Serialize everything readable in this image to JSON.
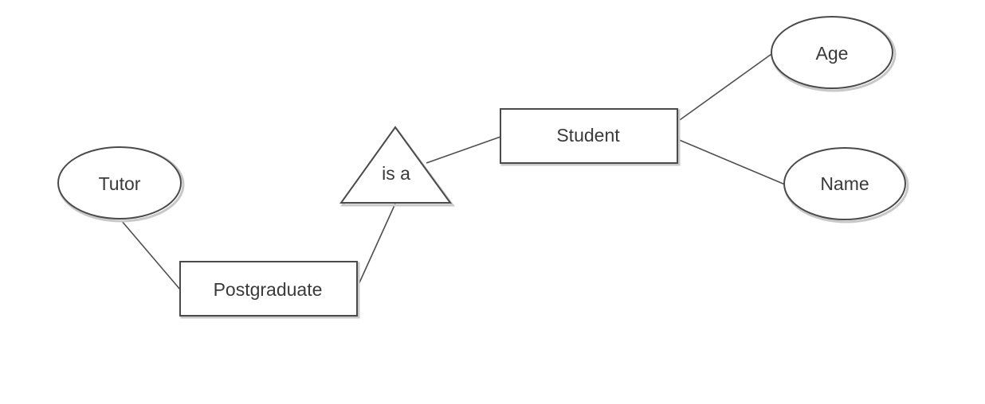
{
  "diagram": {
    "entities": {
      "student": "Student",
      "postgraduate": "Postgraduate"
    },
    "attributes": {
      "age": "Age",
      "name": "Name",
      "tutor": "Tutor"
    },
    "relationship": {
      "isa": "is a"
    }
  }
}
